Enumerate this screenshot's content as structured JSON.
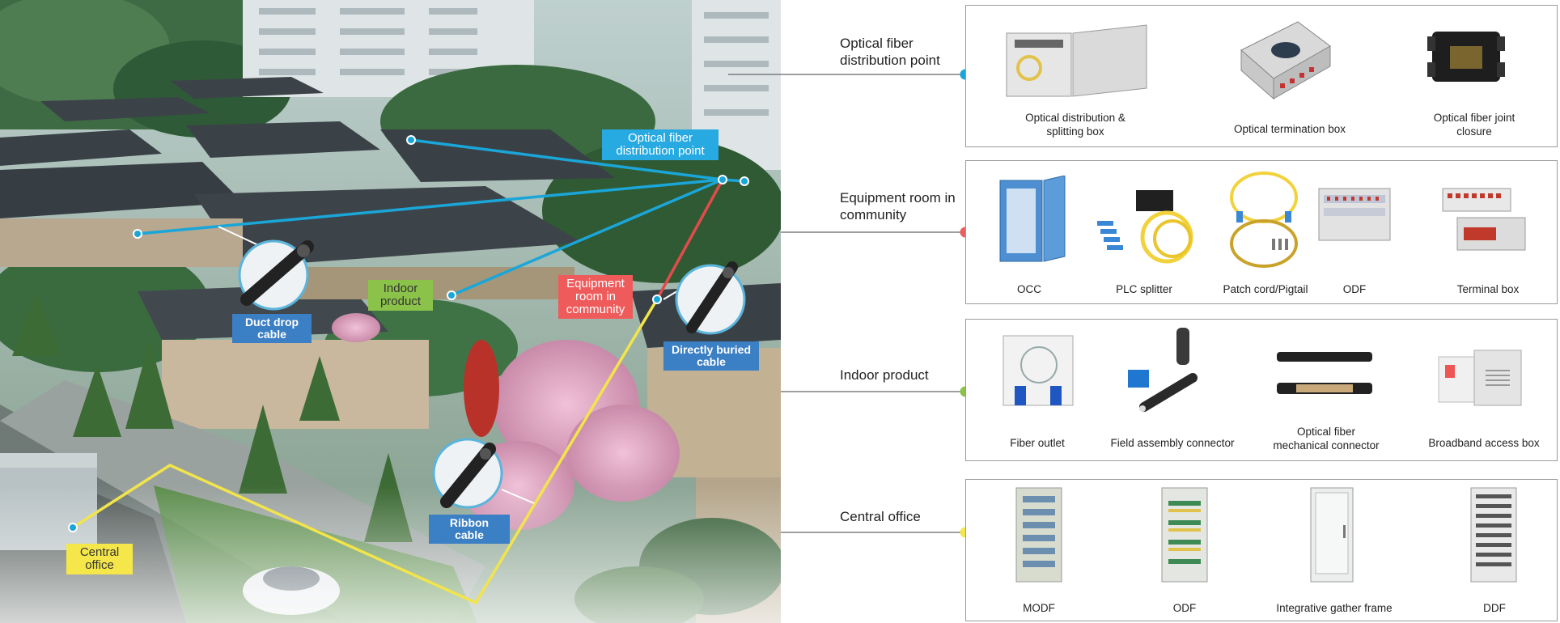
{
  "scene": {
    "callouts": {
      "fiber_point": "Optical fiber\ndistribution point",
      "indoor": "Indoor\nproduct",
      "equipment": "Equipment\nroom in\ncommunity",
      "central": "Central\noffice",
      "duct_drop": "Duct drop\ncable",
      "direct_buried": "Directly buried\ncable",
      "ribbon": "Ribbon cable"
    },
    "colors": {
      "blue_line": "#1aa6d8",
      "red_line": "#e24b4b",
      "yellow_line": "#f2e44b",
      "callout_blue": "#27a9e1",
      "callout_green": "#8bc34a",
      "callout_red": "#ef5b5b",
      "callout_yellow": "#f5e74a",
      "tag_blue": "#3b7fc4"
    }
  },
  "categories": [
    {
      "label": "Optical fiber\ndistribution point",
      "dot_color": "#1aa6d8",
      "items": [
        {
          "name": "Optical distribution &\nsplitting box",
          "icon": "wall-box-icon"
        },
        {
          "name": "Optical termination box",
          "icon": "termination-box-icon"
        },
        {
          "name": "Optical fiber joint\nclosure",
          "icon": "joint-closure-icon"
        }
      ]
    },
    {
      "label": "Equipment room in\ncommunity",
      "dot_color": "#e86060",
      "items": [
        {
          "name": "OCC",
          "icon": "cabinet-icon"
        },
        {
          "name": "PLC splitter",
          "icon": "splitter-icon"
        },
        {
          "name": "Patch cord/Pigtail",
          "icon": "patch-cord-icon"
        },
        {
          "name": "ODF",
          "icon": "rack-odf-icon"
        },
        {
          "name": "Terminal box",
          "icon": "terminal-box-icon"
        }
      ]
    },
    {
      "label": "Indoor product",
      "dot_color": "#8bc34a",
      "items": [
        {
          "name": "Fiber outlet",
          "icon": "fiber-outlet-icon"
        },
        {
          "name": "Field assembly connector",
          "icon": "connector-icon"
        },
        {
          "name": "Optical fiber\nmechanical connector",
          "icon": "mechanical-connector-icon"
        },
        {
          "name": "Broadband access box",
          "icon": "access-box-icon"
        }
      ]
    },
    {
      "label": "Central office",
      "dot_color": "#f5e74a",
      "items": [
        {
          "name": "MODF",
          "icon": "modf-rack-icon"
        },
        {
          "name": "ODF",
          "icon": "odf-rack-icon"
        },
        {
          "name": "Integrative gather frame",
          "icon": "gather-frame-icon"
        },
        {
          "name": "DDF",
          "icon": "ddf-rack-icon"
        }
      ]
    }
  ]
}
